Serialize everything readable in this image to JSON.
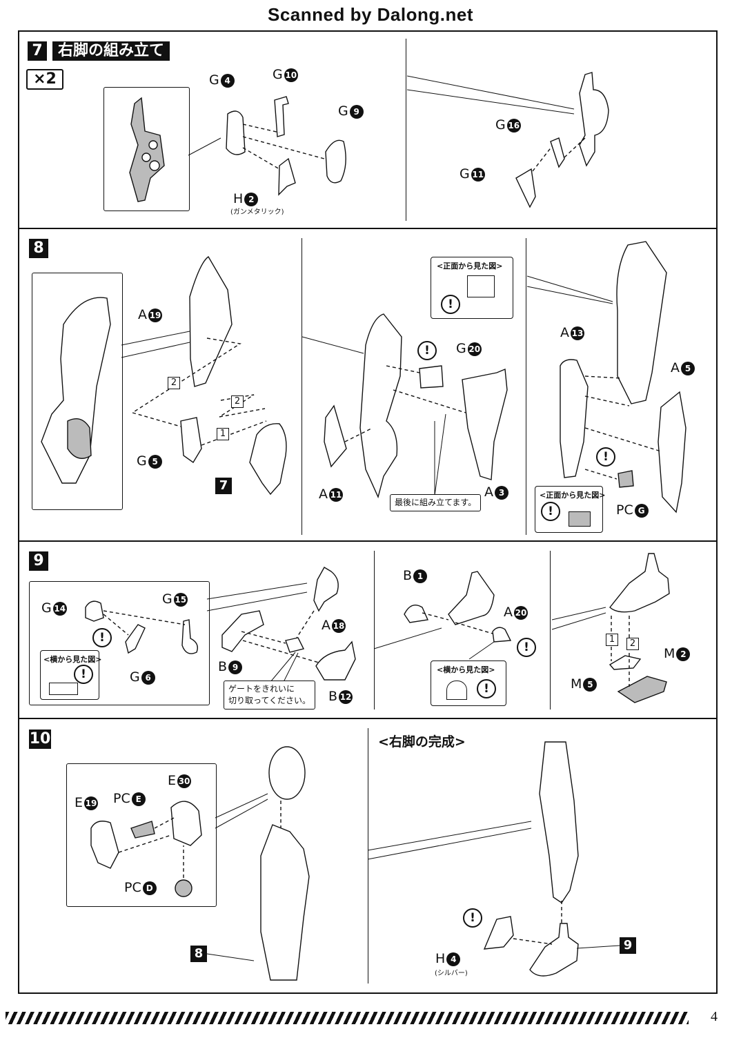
{
  "header": {
    "scanned_by": "Scanned by Dalong.net"
  },
  "step7": {
    "number": "7",
    "title": "右脚の組み立て",
    "multiplier": "×2",
    "parts": {
      "g4": {
        "letter": "G",
        "num": "4"
      },
      "g10": {
        "letter": "G",
        "num": "10"
      },
      "g9": {
        "letter": "G",
        "num": "9"
      },
      "h2": {
        "letter": "H",
        "num": "2",
        "note": "(ガンメタリック)"
      },
      "g16": {
        "letter": "G",
        "num": "16"
      },
      "g11": {
        "letter": "G",
        "num": "11"
      }
    }
  },
  "step8": {
    "number": "8",
    "parts": {
      "a19": {
        "letter": "A",
        "num": "19"
      },
      "g5": {
        "letter": "G",
        "num": "5"
      },
      "a11": {
        "letter": "A",
        "num": "11"
      },
      "g20": {
        "letter": "G",
        "num": "20"
      },
      "a3": {
        "letter": "A",
        "num": "3"
      },
      "a13": {
        "letter": "A",
        "num": "13"
      },
      "a5": {
        "letter": "A",
        "num": "5"
      },
      "pcg": {
        "letter": "PC",
        "num": "G"
      }
    },
    "order": [
      "1",
      "2",
      "2"
    ],
    "ref": "7",
    "front_view": "<正面から見た図>",
    "front_view_2": "<正面から見た図>",
    "callout_last": "最後に組み立てます。"
  },
  "step9": {
    "number": "9",
    "parts": {
      "g14": {
        "letter": "G",
        "num": "14"
      },
      "g15": {
        "letter": "G",
        "num": "15"
      },
      "g6": {
        "letter": "G",
        "num": "6"
      },
      "a18": {
        "letter": "A",
        "num": "18"
      },
      "b9": {
        "letter": "B",
        "num": "9"
      },
      "b12": {
        "letter": "B",
        "num": "12"
      },
      "b1": {
        "letter": "B",
        "num": "1"
      },
      "a20": {
        "letter": "A",
        "num": "20"
      },
      "m2": {
        "letter": "M",
        "num": "2"
      },
      "m5": {
        "letter": "M",
        "num": "5"
      }
    },
    "side_view": "<横から見た図>",
    "side_view_2": "<横から見た図>",
    "gate_note_l1": "ゲートをきれいに",
    "gate_note_l2": "切り取ってください。",
    "order": [
      "1",
      "2"
    ]
  },
  "step10": {
    "number": "10",
    "parts": {
      "e30": {
        "letter": "E",
        "num": "30"
      },
      "e19": {
        "letter": "E",
        "num": "19"
      },
      "pce": {
        "letter": "PC",
        "num": "E"
      },
      "pcd": {
        "letter": "PC",
        "num": "D"
      },
      "h4": {
        "letter": "H",
        "num": "4",
        "note": "(シルバー)"
      }
    },
    "ref_8": "8",
    "ref_9": "9",
    "complete_title": "<右脚の完成>"
  },
  "footer": {
    "page_number": "4"
  },
  "caution_mark": "!"
}
